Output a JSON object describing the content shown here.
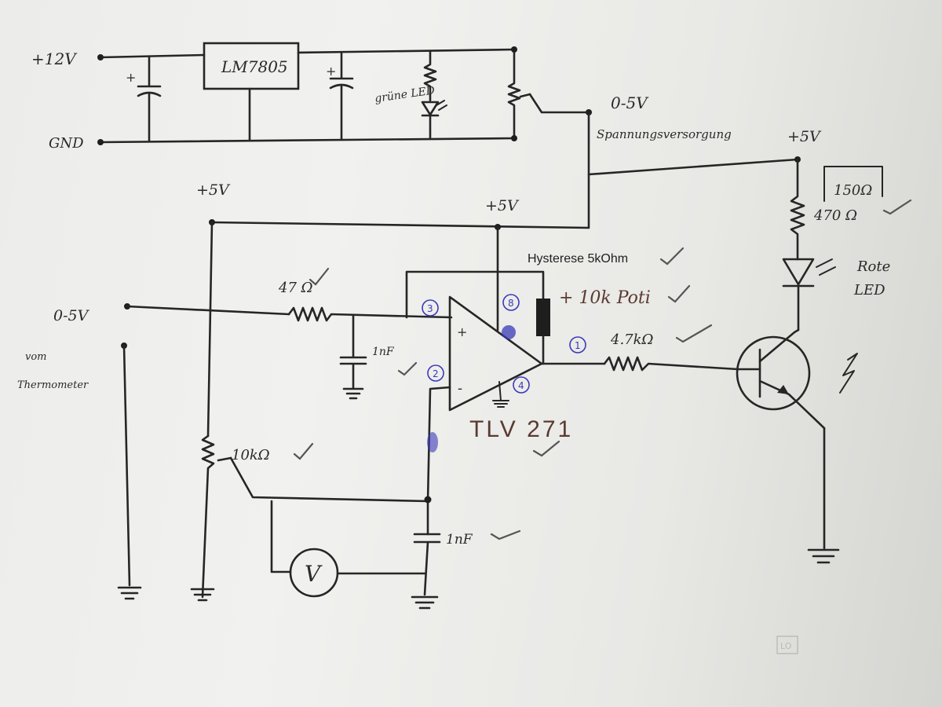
{
  "labels": {
    "supply_in": "+12V",
    "gnd": "GND",
    "regulator": "LM7805",
    "green_led": "grüne LED",
    "pot_out": "0-5V",
    "pot_out_note": "Spannungsversorgung",
    "vcc_left": "+5V",
    "vcc_opamp": "+5V",
    "vcc_right": "+5V",
    "input_res": "47 Ω",
    "input_cap": "1nF",
    "input_signal": "0-5V",
    "input_source": "vom Thermometer",
    "pot_10k": "10kΩ",
    "bottom_cap": "1nF",
    "voltmeter": "V",
    "hysteresis": "Hysterese 5kOhm",
    "hysteresis_addition": "+ 10k Poti",
    "opamp_name": "TLV 271",
    "base_res": "4.7kΩ",
    "led_res_new": "150Ω",
    "led_res_old": "470 Ω",
    "red_led": "Rote LED",
    "pin_3": "3",
    "pin_8": "8",
    "pin_2": "2",
    "pin_1": "1",
    "pin_4": "4",
    "plus_sign": "+",
    "minus_sign": "-",
    "corner_mark": "LO"
  },
  "colors": {
    "ink": "#262626",
    "pen_blue": "#3a3ab8",
    "brown": "#5a3a30",
    "paper": "#efefed"
  },
  "icons": [
    "ground-symbol",
    "resistor-symbol",
    "capacitor-symbol",
    "potentiometer-symbol",
    "led-symbol",
    "npn-transistor-symbol",
    "opamp-symbol",
    "voltmeter-symbol"
  ]
}
